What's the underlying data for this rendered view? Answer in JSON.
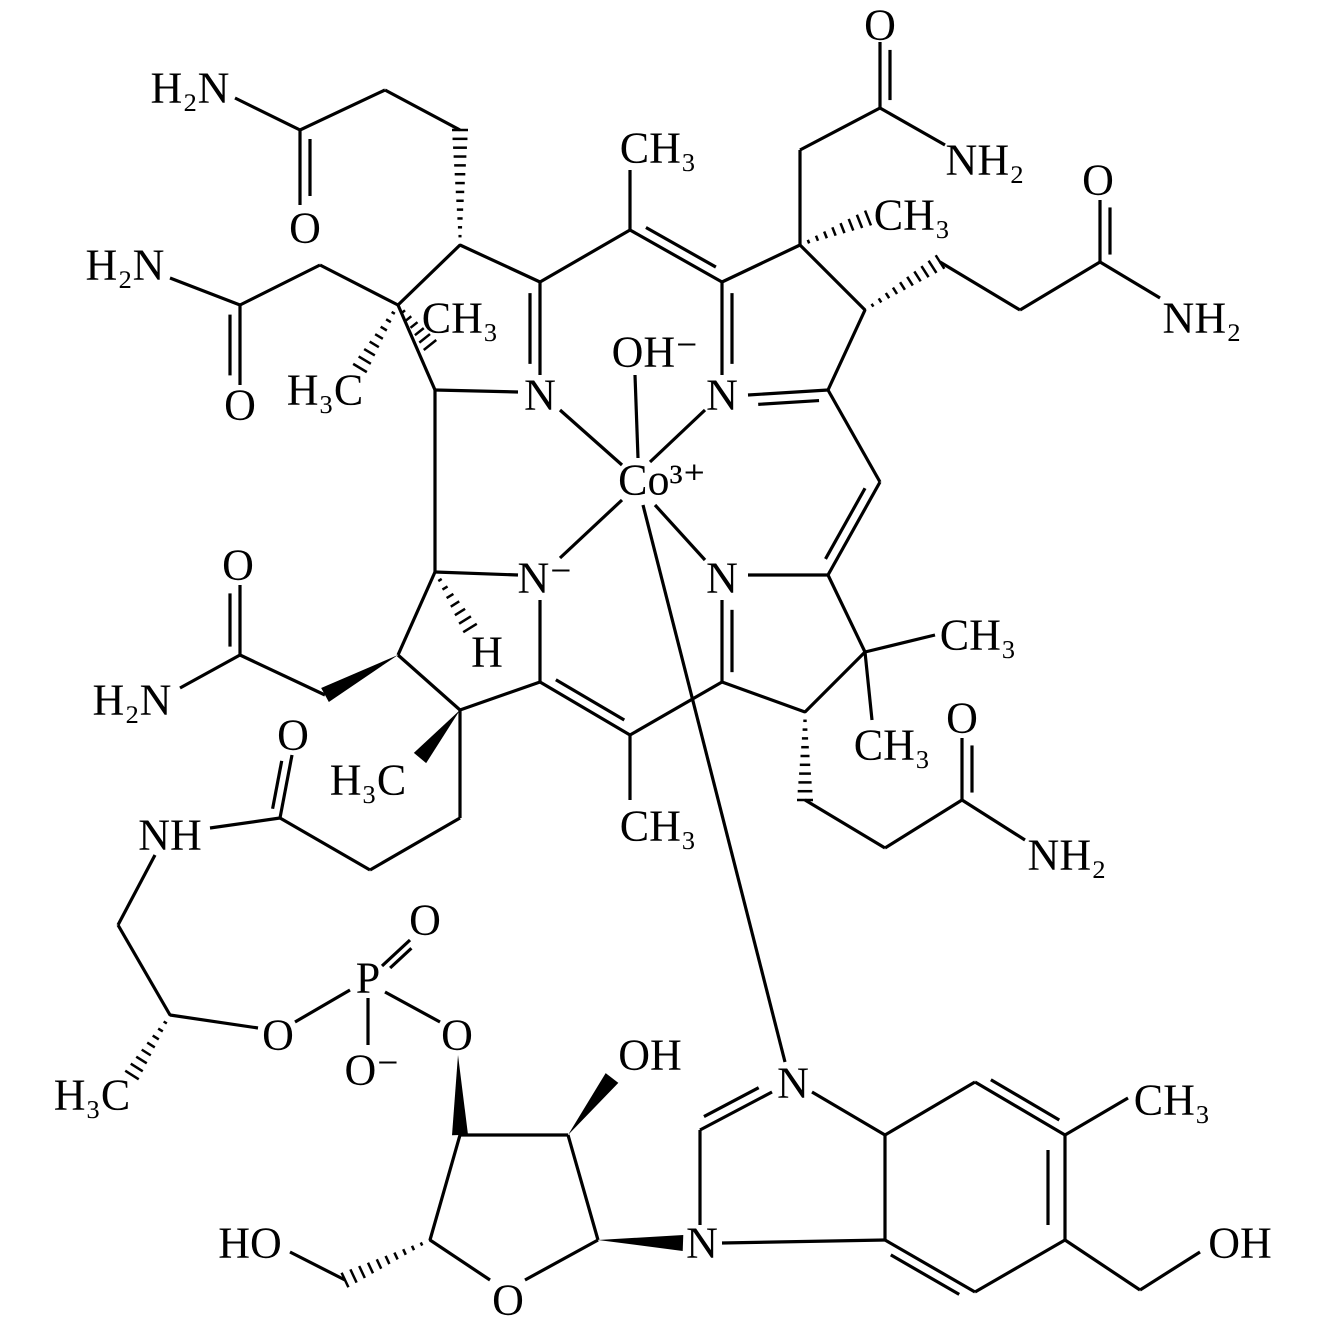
{
  "diagram": {
    "type": "chemical-structure",
    "colors": {
      "ink": "#000000",
      "background": "#ffffff"
    },
    "labels": {
      "nh2_a": "H₂N",
      "o_a": "O",
      "nh2_b": "H₂N",
      "o_b": "O",
      "ch3_ringA": "CH₃",
      "h3c_ringA": "H₃C",
      "n_a": "N",
      "oh": "OH⁻",
      "n_b": "N",
      "co": "Co³⁺",
      "n_c": "N⁻",
      "n_d": "N",
      "ch3_top": "CH₃",
      "o_c": "O",
      "nh2_c": "NH₂",
      "ch3_ringB": "CH₃",
      "o_d": "O",
      "nh2_d": "NH₂",
      "o_e": "O",
      "nh2_e": "H₂N",
      "h": "H",
      "o_f": "O",
      "h3c_ringC": "H₃C",
      "ch3_ringD1": "CH₃",
      "ch3_ringD2": "CH₃",
      "o_g": "O",
      "ch3_bottom": "CH₃",
      "nh2_g": "NH₂",
      "nh": "NH",
      "o_p_double": "O",
      "p": "P",
      "o_p_left": "O",
      "o_p_right": "O",
      "o_p_minus": "O⁻",
      "h3c_propanol": "H₃C",
      "oh_ribose": "OH",
      "n_imid_top": "N",
      "ch3_benz": "CH₃",
      "ho_ribose": "HO",
      "n_imid_bottom": "N",
      "oh_benz": "OH",
      "o_ribose": "O"
    }
  }
}
